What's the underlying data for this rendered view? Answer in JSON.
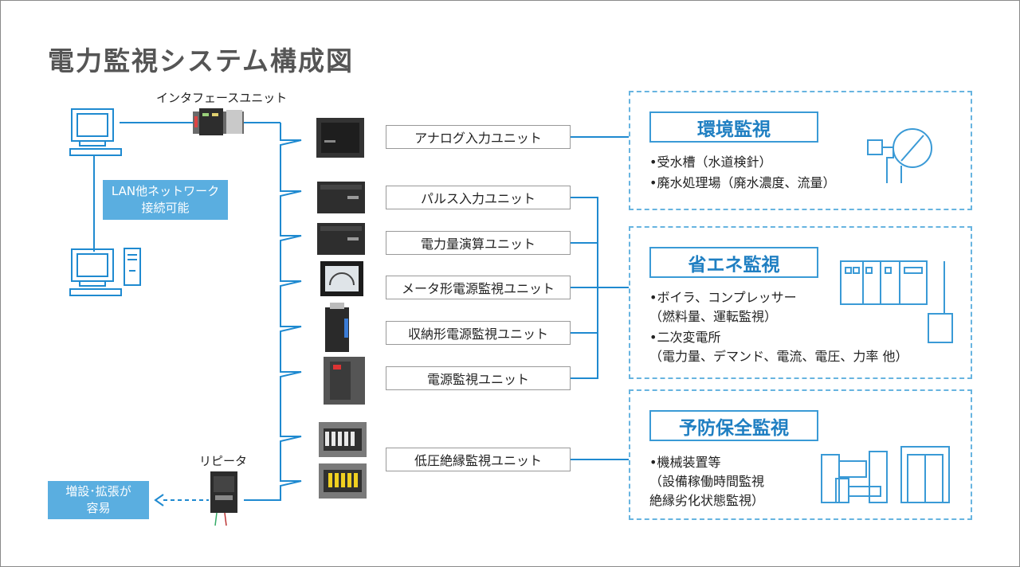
{
  "title": "電力監視システム構成図",
  "interface_unit": "インタフェースユニット",
  "repeater": "リピータ",
  "lan_note": [
    "LAN他ネットワーク",
    "接続可能"
  ],
  "expand_note": [
    "増設･拡張が",
    "容易"
  ],
  "units": [
    "アナログ入力ユニット",
    "パルス入力ユニット",
    "電力量演算ユニット",
    "メータ形電源監視ユニット",
    "収納形電源監視ユニット",
    "電源監視ユニット",
    "低圧絶縁監視ユニット"
  ],
  "panels": [
    {
      "title": "環境監視",
      "lines": [
        "•受水槽（水道検針）",
        "•廃水処理場（廃水濃度、流量）"
      ]
    },
    {
      "title": "省エネ監視",
      "lines": [
        "•ボイラ、コンプレッサー",
        "（燃料量、運転監視）",
        "•二次変電所",
        "（電力量、デマンド、電流、電圧、力率 他）"
      ]
    },
    {
      "title": "予防保全監視",
      "lines": [
        "•機械装置等",
        "（設備稼働時間監視",
        "絶縁劣化状態監視）"
      ]
    }
  ],
  "colors": {
    "accent": "#3a9ad6",
    "line": "#1f8ad0",
    "note_bg": "#5aaee0",
    "title": "#555555"
  }
}
